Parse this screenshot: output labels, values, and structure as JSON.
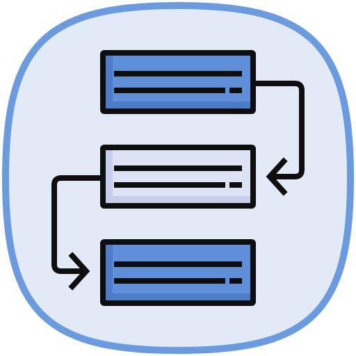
{
  "icon": {
    "name": "workflow-flowchart-icon",
    "colors": {
      "badge_fill": "#E2EAF7",
      "badge_border": "#6A9AE0",
      "outline": "#0E0E0E",
      "box_blue": "#5F8FD8",
      "box_blue_shade": "#4D7CC8",
      "box_light": "#DDE3F5",
      "box_light_shade": "#C7CEEA"
    },
    "parts": [
      "top-box",
      "middle-box",
      "bottom-box",
      "connector-top-to-middle",
      "connector-middle-to-bottom"
    ]
  }
}
